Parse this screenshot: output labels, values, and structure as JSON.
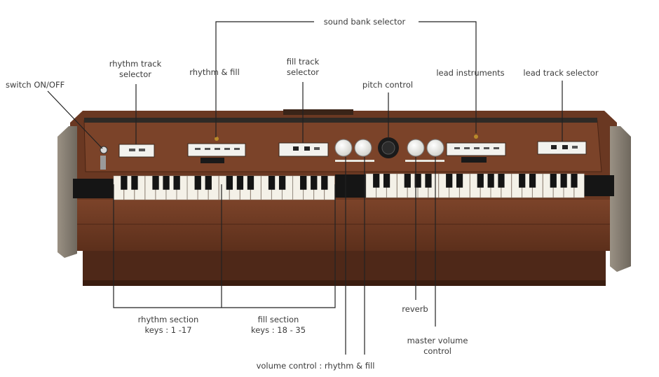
{
  "labels": {
    "sound_bank_selector": "sound bank selector",
    "rhythm_track_selector_1": "rhythm track",
    "rhythm_track_selector_2": "selector",
    "rhythm_and_fill": "rhythm & fill",
    "fill_track_selector_1": "fill track",
    "fill_track_selector_2": "selector",
    "pitch_control": "pitch control",
    "lead_instruments": "lead instruments",
    "lead_track_selector": "lead track selector",
    "switch_on_off": "switch ON/OFF",
    "rhythm_section_1": "rhythm section",
    "rhythm_section_2": "keys : 1 -17",
    "fill_section_1": "fill section",
    "fill_section_2": "keys : 18 - 35",
    "reverb": "reverb",
    "master_volume_1": "master volume",
    "master_volume_2": "control",
    "volume_control_rhythm_fill": "volume control : rhythm & fill"
  },
  "colors": {
    "wood": "#6e3a22",
    "wood_dark": "#4a2414",
    "panel": "#7a4128",
    "end_cap": "#8c8275",
    "line": "#222222",
    "label_text": "#3b3b3b"
  }
}
